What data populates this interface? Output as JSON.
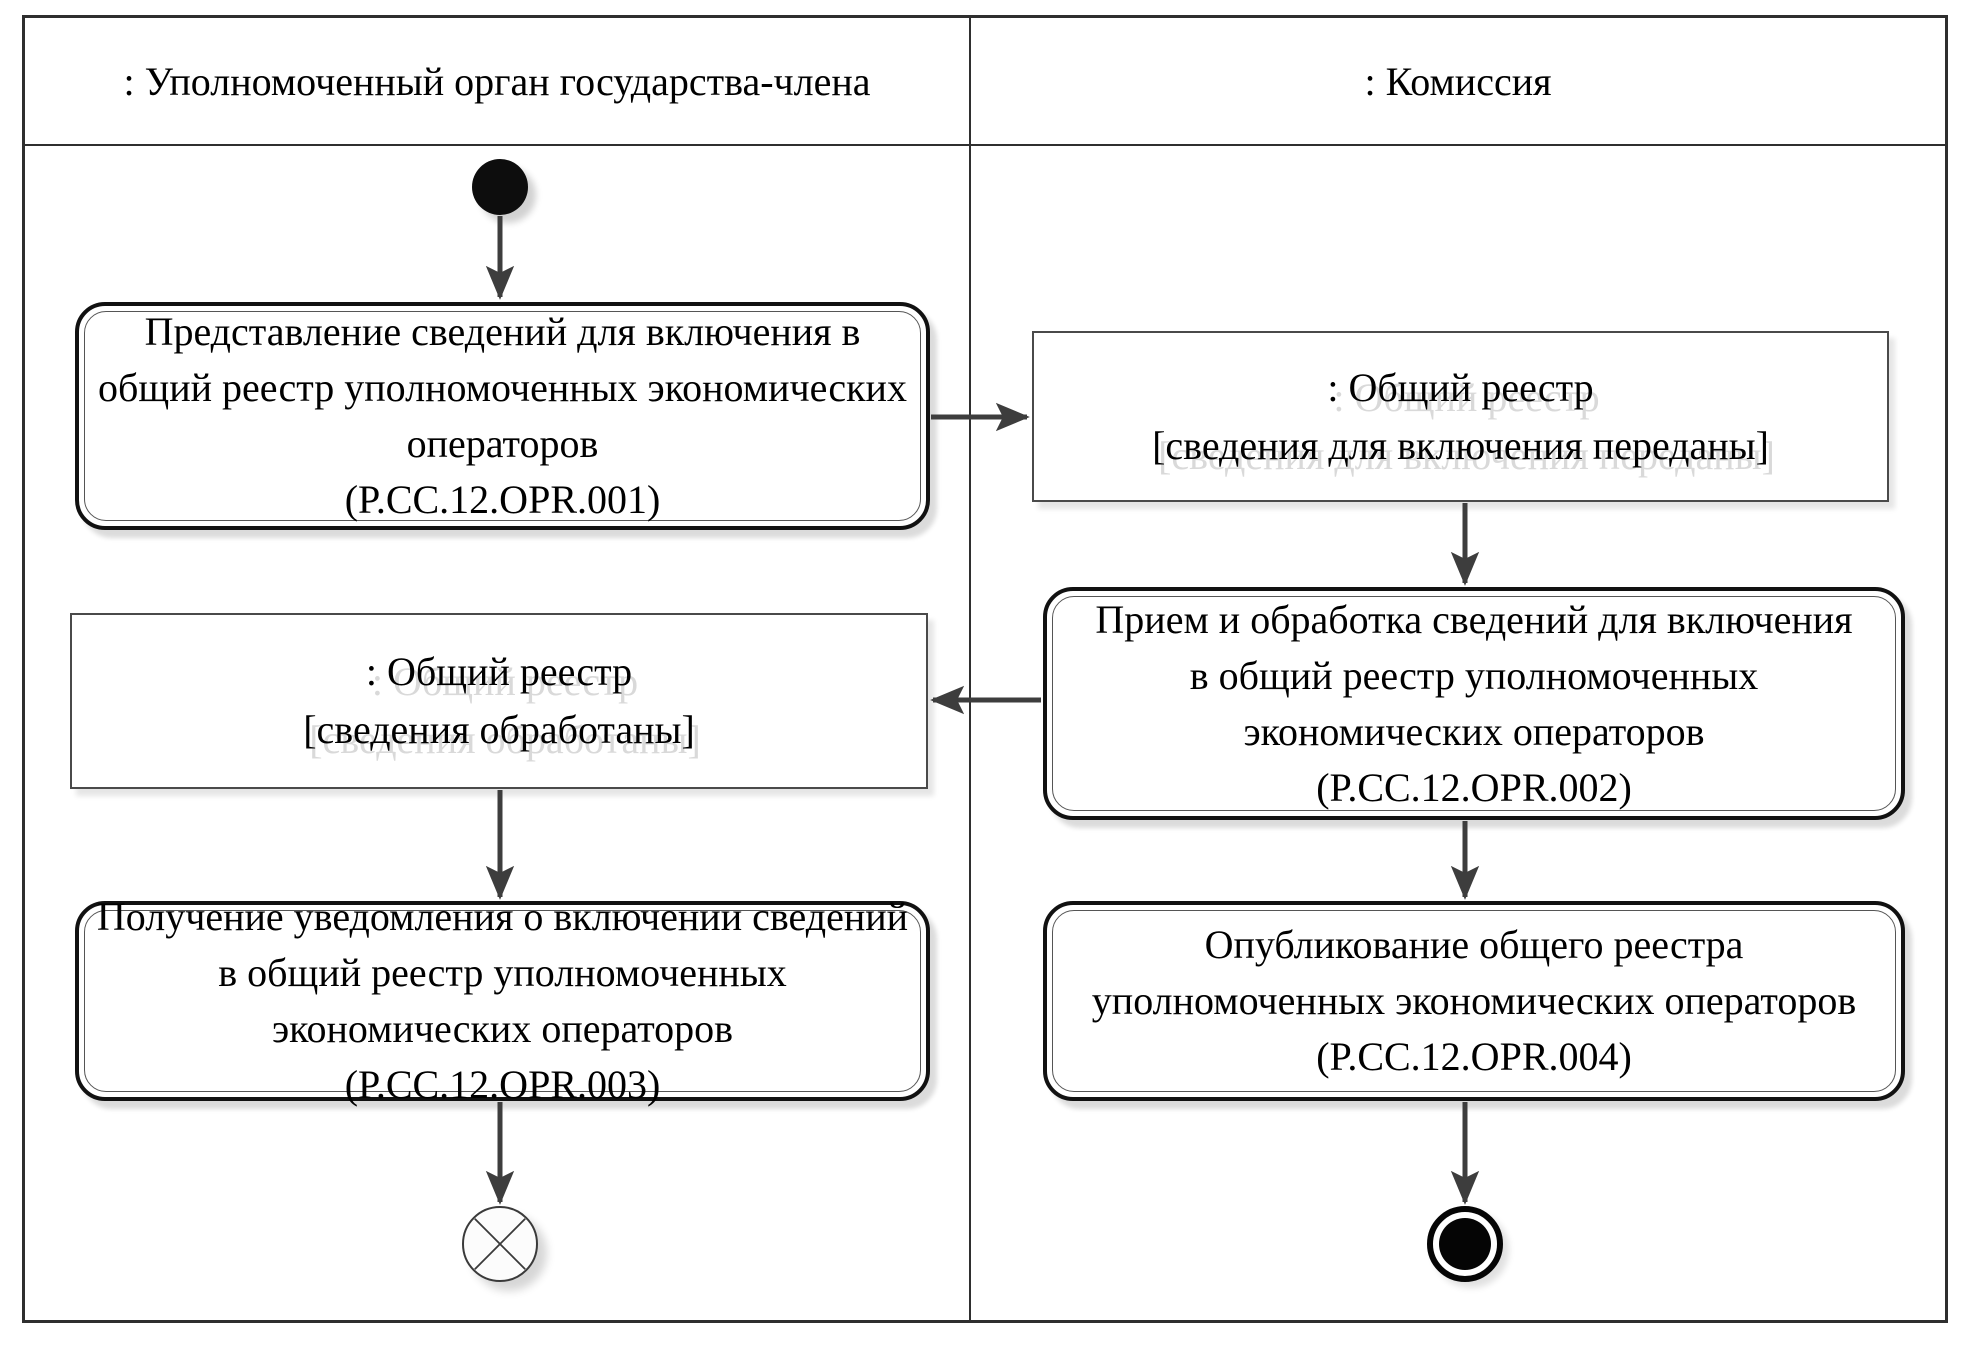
{
  "lanes": {
    "left": {
      "title": ": Уполномоченный орган государства-члена"
    },
    "right": {
      "title": ": Комиссия"
    }
  },
  "nodes": {
    "opr001": {
      "type": "activity",
      "text": "Представление сведений для включения в\nобщий реестр уполномоченных экономических\nоператоров\n(P.CC.12.OPR.001)"
    },
    "obj_transferred": {
      "type": "object",
      "text": ": Общий реестр\n[сведения для включения переданы]"
    },
    "opr002": {
      "type": "activity",
      "text": "Прием и обработка сведений для включения\nв общий реестр уполномоченных\nэкономических операторов\n(P.CC.12.OPR.002)"
    },
    "obj_processed": {
      "type": "object",
      "text": ": Общий реестр\n[сведения обработаны]"
    },
    "opr003": {
      "type": "activity",
      "text": "Получение уведомления о включении сведений\nв общий реестр уполномоченных\nэкономических операторов\n(P.CC.12.OPR.003)"
    },
    "opr004": {
      "type": "activity",
      "text": "Опубликование общего реестра\nуполномоченных экономических операторов\n(P.CC.12.OPR.004)"
    }
  },
  "symbols": {
    "start": "initial-node",
    "flow_final": "flow-final-node",
    "activity_final": "activity-final-node"
  },
  "colors": {
    "frame_border": "#2f2f2f",
    "node_border": "#111111",
    "arrow": "#3d3d3d",
    "text": "#000000",
    "ghost_shadow": "#d9d9d9",
    "background": "#ffffff"
  }
}
